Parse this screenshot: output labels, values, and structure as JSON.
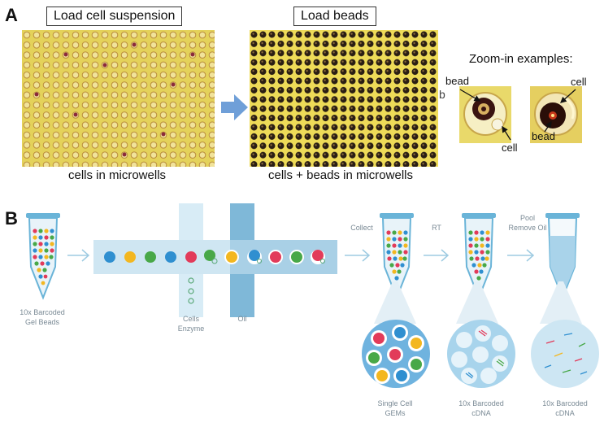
{
  "panel_a": {
    "letter": "A",
    "load_cell_label": "Load cell suspension",
    "load_beads_label": "Load beads",
    "cells_caption": "cells in microwells",
    "cells_beads_caption": "cells + beads in microwells",
    "zoom_title": "Zoom-in examples:",
    "stray_char": "b",
    "zoom1": {
      "bead_label": "bead",
      "cell_label": "cell"
    },
    "zoom2": {
      "cell_label": "cell",
      "bead_label": "bead"
    }
  },
  "panel_b": {
    "letter": "B",
    "gel_beads_line1": "10x Barcoded",
    "gel_beads_line2": "Gel Beads",
    "cells_line1": "Cells",
    "cells_line2": "Enzyme",
    "oil": "Oil",
    "collect": "Collect",
    "rt": "RT",
    "pool_line1": "Pool",
    "pool_line2": "Remove Oil",
    "gems_line1": "Single Cell",
    "gems_line2": "GEMs",
    "cdna1_line1": "10x Barcoded",
    "cdna1_line2": "cDNA",
    "cdna2_line1": "10x Barcoded",
    "cdna2_line2": "cDNA"
  },
  "colors": {
    "microwell_yellow": "#e8d560",
    "arrow_blue": "#6f9fd8",
    "channel_blue": "#cfe6f2",
    "oil_blue": "#7fb8d8",
    "bead_blue": "#2f8fd0",
    "bead_yellow": "#f3b720",
    "bead_green": "#48a848",
    "bead_red": "#e23b5a"
  }
}
